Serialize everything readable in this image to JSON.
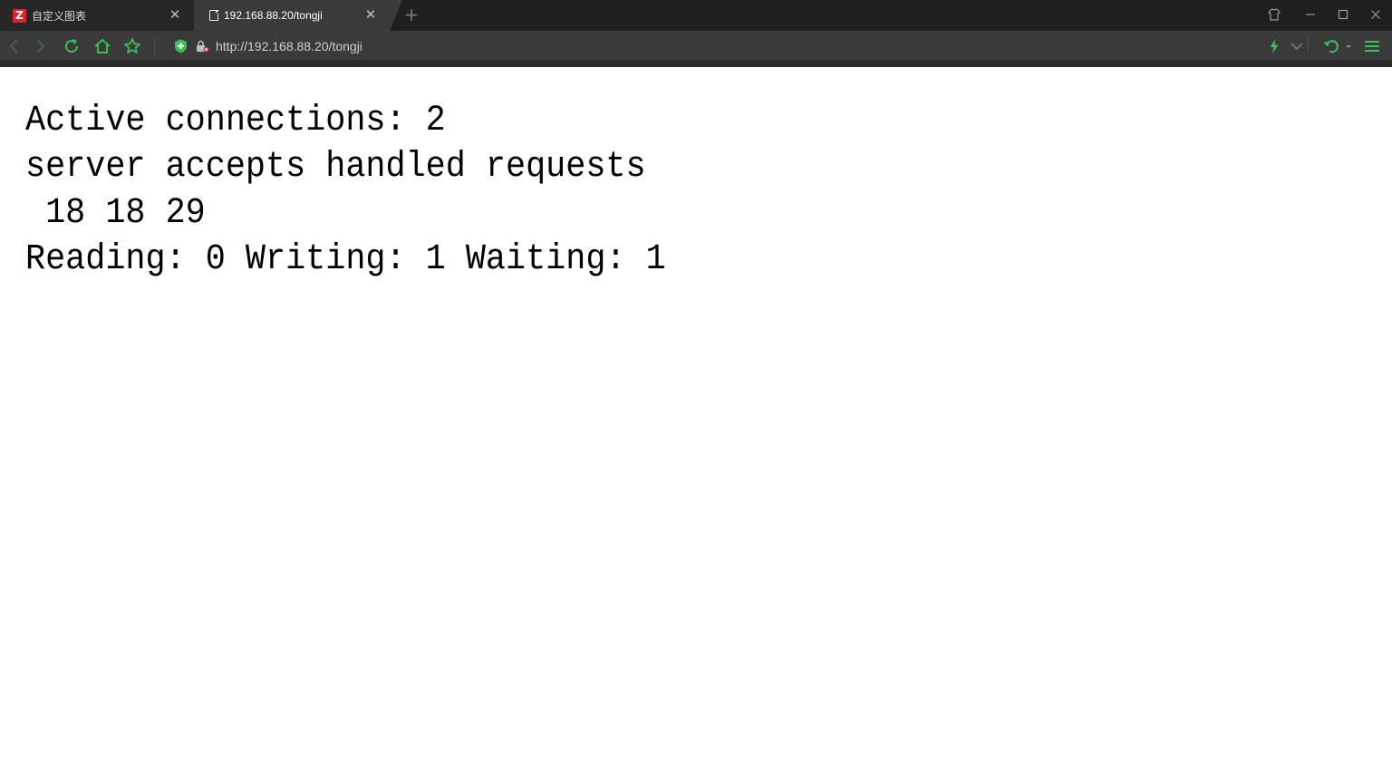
{
  "browser": {
    "tabs": [
      {
        "title": "自定义图表",
        "favicon": "z-logo-icon",
        "active": false
      },
      {
        "title": "192.168.88.20/tongji",
        "favicon": "document-icon",
        "active": true
      }
    ],
    "tab_close_glyph": "✕",
    "new_tab_glyph": "+",
    "window_controls": {
      "skin": "⬠",
      "minimize": "—",
      "maximize": "☐",
      "close": "✕"
    },
    "address_bar": {
      "url": "http://192.168.88.20/tongji"
    },
    "colors": {
      "accent_green": "#3bbf5a",
      "chrome_dark": "#1f1f1f",
      "toolbar": "#3a3a3a"
    }
  },
  "page": {
    "lines": [
      "Active connections: 2",
      "server accepts handled requests",
      " 18 18 29",
      "Reading: 0 Writing: 1 Waiting: 1"
    ]
  }
}
